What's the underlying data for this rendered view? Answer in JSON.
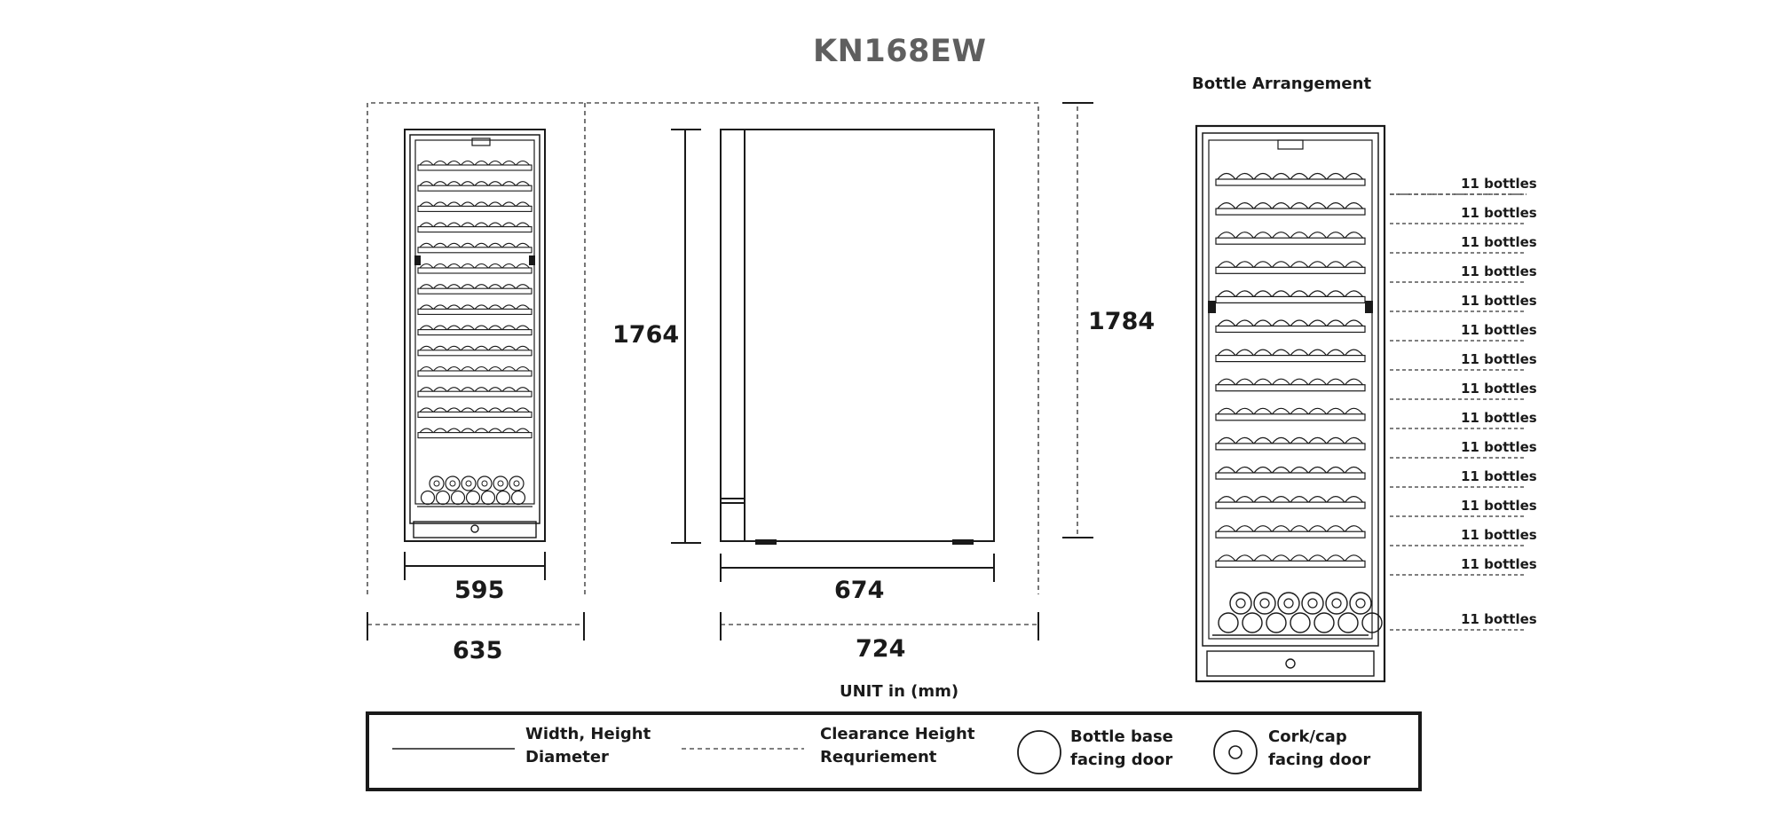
{
  "title": "KN168EW",
  "arrangement_title": "Bottle Arrangement",
  "dimensions": {
    "front_width": "595",
    "front_clearance_width": "635",
    "side_depth": "674",
    "side_clearance_depth": "724",
    "height": "1764",
    "clearance_height": "1784"
  },
  "unit_label": "UNIT in (mm)",
  "shelf_counts": [
    "11 bottles",
    "11 bottles",
    "11 bottles",
    "11 bottles",
    "11 bottles",
    "11 bottles",
    "11 bottles",
    "11 bottles",
    "11 bottles",
    "11 bottles",
    "11 bottles",
    "11 bottles",
    "11 bottles",
    "11 bottles",
    "11 bottles"
  ],
  "legend": {
    "solid_line_label_1": "Width, Height",
    "solid_line_label_2": "Diameter",
    "dashed_line_label_1": "Clearance Height",
    "dashed_line_label_2": "Requriement",
    "bottle_base_label_1": "Bottle base",
    "bottle_base_label_2": "facing door",
    "cork_label_1": "Cork/cap",
    "cork_label_2": "facing door"
  },
  "colors": {
    "line": "#1a1a1a",
    "dashed": "#555555",
    "title": "#5f5f5f"
  }
}
